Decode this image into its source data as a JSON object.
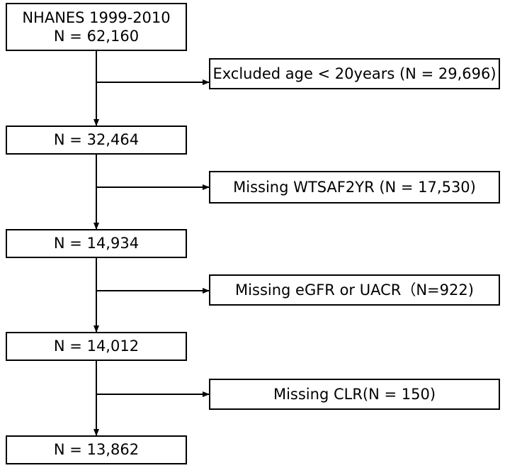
{
  "flowchart": {
    "main_steps": [
      {
        "line1": "NHANES 1999-2010",
        "line2": "N = 62,160"
      },
      {
        "line1": "N = 32,464"
      },
      {
        "line1": "N = 14,934"
      },
      {
        "line1": "N = 14,012"
      },
      {
        "line1": "N = 13,862"
      }
    ],
    "exclusions": [
      {
        "label": "Excluded age < 20years (N = 29,696)"
      },
      {
        "label": "Missing WTSAF2YR (N = 17,530)"
      },
      {
        "label": "Missing eGFR or UACR（N=922)"
      },
      {
        "label": "Missing CLR(N = 150)"
      }
    ],
    "colors": {
      "stroke": "#000000",
      "background": "#ffffff"
    }
  }
}
